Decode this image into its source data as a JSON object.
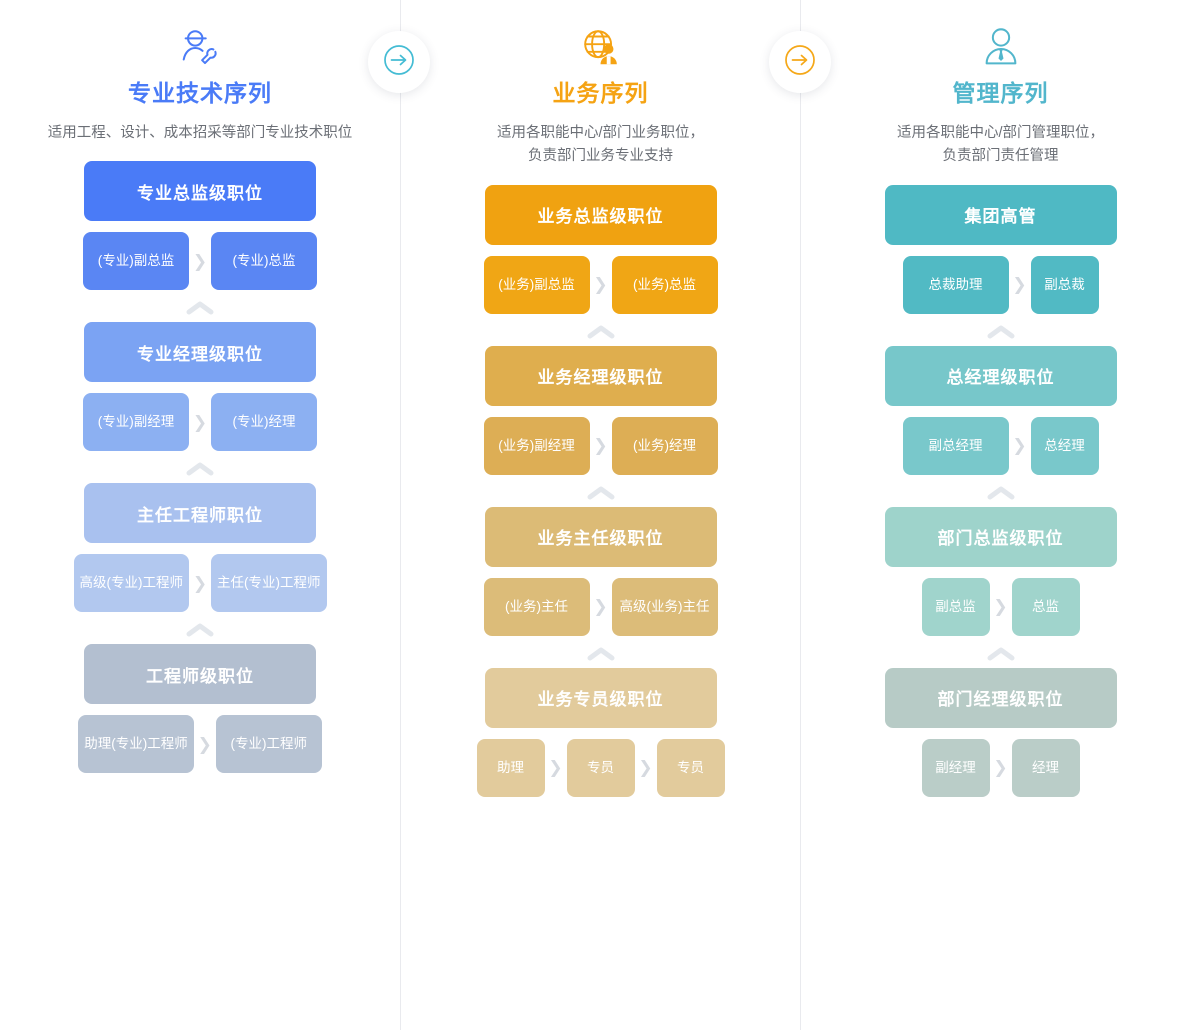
{
  "columns": [
    {
      "id": "professional",
      "icon": "engineer-icon",
      "title": "专业技术序列",
      "title_color": "#4a7bf7",
      "desc": "适用工程、设计、成本招采等部门专业技术职位",
      "levels": [
        {
          "band": "专业总监级职位",
          "band_color": "#4a7bf7",
          "chip_color": "#5a86f3",
          "chips": [
            "(专业)\n副总监",
            "(专业)\n总监"
          ]
        },
        {
          "band": "专业经理级职位",
          "band_color": "#7ba3f3",
          "chip_color": "#8cb0f2",
          "chips": [
            "(专业)\n副经理",
            "(专业)\n经理"
          ]
        },
        {
          "band": "主任工程师职位",
          "band_color": "#a9c1ef",
          "chip_color": "#b2c8ef",
          "chips": [
            "高级(专业)\n工程师",
            "主任(专业)\n工程师"
          ]
        },
        {
          "band": "工程师级职位",
          "band_color": "#b3bfd0",
          "chip_color": "#b7c3d3",
          "chips": [
            "助理(专业)\n工程师",
            "(专业)\n工程师"
          ]
        }
      ]
    },
    {
      "id": "business",
      "icon": "globe-person-icon",
      "title": "业务序列",
      "title_color": "#f5a313",
      "desc": "适用各职能中心/部门业务职位，\n负责部门业务专业支持",
      "levels": [
        {
          "band": "业务总监级职位",
          "band_color": "#f0a211",
          "chip_color": "#f0a615",
          "chips": [
            "(业务)\n副总监",
            "(业务)总监"
          ]
        },
        {
          "band": "业务经理级职位",
          "band_color": "#dfae4e",
          "chip_color": "#ddae55",
          "chips": [
            "(业务)\n副经理",
            "(业务)经理"
          ]
        },
        {
          "band": "业务主任级职位",
          "band_color": "#dcbb76",
          "chip_color": "#dcbc79",
          "chips": [
            "(业务)主任",
            "高级(业务)\n主任"
          ]
        },
        {
          "band": "业务专员级职位",
          "band_color": "#e2cb9c",
          "chip_color": "#e2cb9c",
          "chips": [
            "助理",
            "专员",
            "专员"
          ]
        }
      ]
    },
    {
      "id": "management",
      "icon": "manager-tie-icon",
      "title": "管理序列",
      "title_color": "#52b6cc",
      "desc": "适用各职能中心/部门管理职位，\n负责部门责任管理",
      "levels": [
        {
          "band": "集团高管",
          "band_color": "#4fb9c4",
          "chip_color": "#51bac4",
          "chips": [
            "总裁助理",
            "副总裁"
          ]
        },
        {
          "band": "总经理级职位",
          "band_color": "#77c7ca",
          "chip_color": "#79c8cb",
          "chips": [
            "副总经理",
            "总经理"
          ]
        },
        {
          "band": "部门总监级职位",
          "band_color": "#9ed3cb",
          "chip_color": "#a0d4cc",
          "chips": [
            "副总监",
            "总监"
          ]
        },
        {
          "band": "部门经理级职位",
          "band_color": "#b7cbc6",
          "chip_color": "#bacdc8",
          "chips": [
            "副经理",
            "经理"
          ]
        }
      ]
    }
  ],
  "connectors": [
    {
      "id": "connector-1",
      "icon": "arrow-right-circle-icon",
      "color": "#44bcd4"
    },
    {
      "id": "connector-2",
      "icon": "arrow-right-circle-icon",
      "color": "#f5a819"
    }
  ],
  "separator_glyph": "❯",
  "uparrow_color": "#e3e7ec"
}
